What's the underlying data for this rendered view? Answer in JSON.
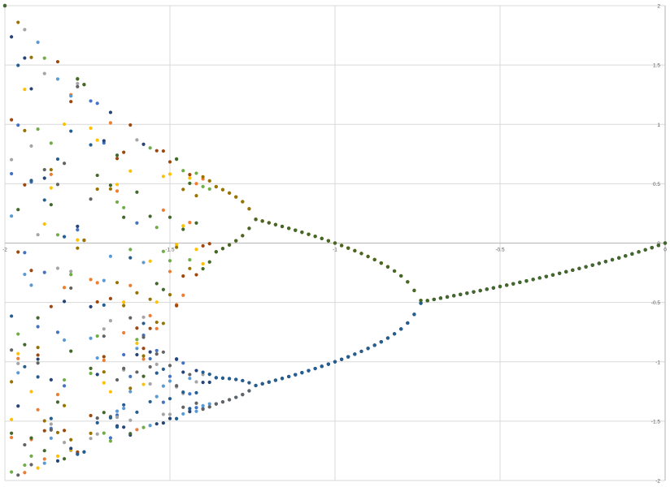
{
  "chart_data": {
    "type": "scatter",
    "title": "",
    "xlabel": "",
    "ylabel": "",
    "xlim": [
      -2,
      0
    ],
    "ylim": [
      -2,
      2
    ],
    "grid": true,
    "legend": "none",
    "x_ticks": [
      {
        "value": -2,
        "label": "-2"
      },
      {
        "value": -1.5,
        "label": "-1.5"
      },
      {
        "value": -1,
        "label": "-1"
      },
      {
        "value": -0.5,
        "label": "-0.5"
      },
      {
        "value": 0,
        "label": "0"
      }
    ],
    "y_ticks": [
      {
        "value": 2,
        "label": "2"
      },
      {
        "value": 1.5,
        "label": "1.5"
      },
      {
        "value": 1,
        "label": "1"
      },
      {
        "value": 0.5,
        "label": "0.5"
      },
      {
        "value": 0,
        "label": "0"
      },
      {
        "value": -0.5,
        "label": "-0.5"
      },
      {
        "value": -1,
        "label": "-1"
      },
      {
        "value": -1.5,
        "label": "-1.5"
      },
      {
        "value": -2,
        "label": "-2"
      }
    ],
    "colors": {
      "axis": "#bfbfbf",
      "grid": "#d9d9d9",
      "tick_text": "#595959",
      "series_palette": [
        "#4472c4",
        "#ed7d31",
        "#a5a5a5",
        "#ffc000",
        "#5b9bd5",
        "#70ad47",
        "#264478",
        "#9e480e",
        "#636363",
        "#997300",
        "#255e91",
        "#43682b"
      ]
    },
    "map": "logistic x -> x^2 + c",
    "series_count": 12,
    "x_start": -2,
    "x_end": 0,
    "x_step": 0.02,
    "iterate_skip": 200
  }
}
